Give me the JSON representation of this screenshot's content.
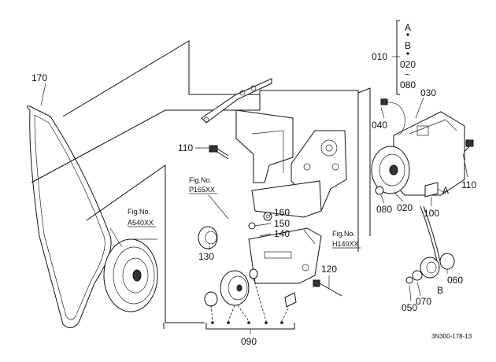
{
  "callouts": {
    "c170": "170",
    "c110a": "110",
    "c110b": "110",
    "c010": "010",
    "c020a": "020",
    "c020b": "020",
    "c080a": "080",
    "c030": "030",
    "c040": "040",
    "c100": "100",
    "c160": "160",
    "c150": "150",
    "c140": "140",
    "c130": "130",
    "c120": "120",
    "c060": "060",
    "c070": "070",
    "c050": "050",
    "c090": "090"
  },
  "variants": {
    "a": "A",
    "b": "B",
    "tilde": "~",
    "to": "080"
  },
  "markers": {
    "a": "A",
    "b": "B"
  },
  "figrefs": {
    "p165_title": "Fig.No.",
    "p165_code": "P165XX",
    "a540_title": "Fig.No.",
    "a540_code": "A540XX",
    "h140_title": "Fig.No.",
    "h140_code": "H140XX"
  },
  "drawing_number": "3N300-178-13"
}
